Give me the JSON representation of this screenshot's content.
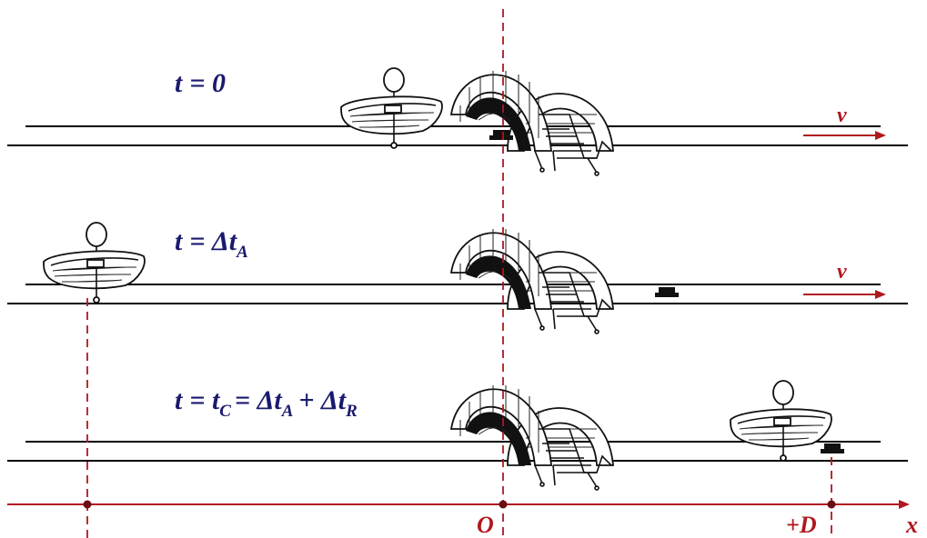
{
  "colors": {
    "label_text": "#1a1a6e",
    "accent_red": "#b01820",
    "ink": "#111111",
    "marker": "#111111"
  },
  "frames": [
    {
      "label_var": "t",
      "label_rhs": "= 0"
    },
    {
      "label_var": "t",
      "label_rhs": "= Δt",
      "label_sub": "A"
    },
    {
      "label_var": "t",
      "label_rhs": "= t",
      "label_sub1": "C",
      "label_rhs2": "= Δt",
      "label_sub2": "A",
      "label_rhs3": "+ Δt",
      "label_sub3": "R"
    }
  ],
  "velocity_label": "v",
  "axis": {
    "label": "x",
    "origin_label": "O",
    "distance_label": "+D"
  },
  "icons": [
    "bridge-icon",
    "boat-with-rower-icon",
    "floating-hat-icon",
    "velocity-arrow-icon"
  ]
}
